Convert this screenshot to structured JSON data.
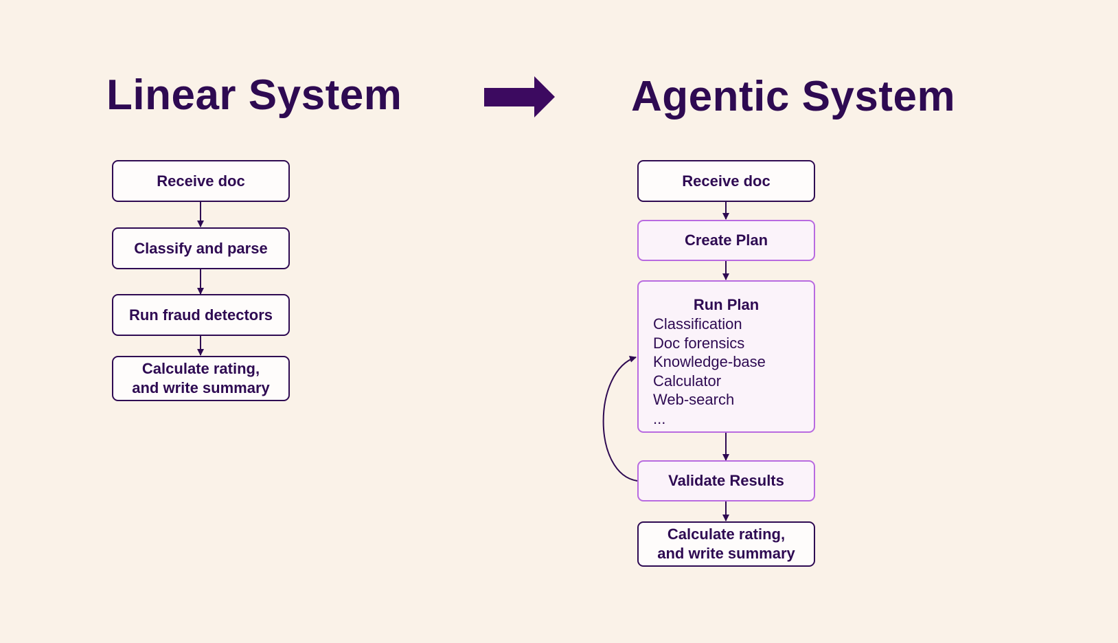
{
  "linear": {
    "title": "Linear System",
    "steps": [
      "Receive doc",
      "Classify and parse",
      "Run fraud detectors",
      [
        "Calculate rating,",
        "and write summary"
      ]
    ]
  },
  "agentic": {
    "title": "Agentic System",
    "receive": "Receive doc",
    "create_plan": "Create Plan",
    "run_plan": {
      "title": "Run Plan",
      "steps": [
        "Classification",
        "Doc forensics",
        "Knowledge-base",
        "Calculator",
        "Web-search",
        "..."
      ]
    },
    "validate": "Validate Results",
    "final": [
      "Calculate rating,",
      "and write summary"
    ]
  },
  "colors": {
    "background": "#faf2e8",
    "ink": "#2e0a52",
    "agent_border": "#b86ae0",
    "agent_fill": "#fbf3fa"
  }
}
